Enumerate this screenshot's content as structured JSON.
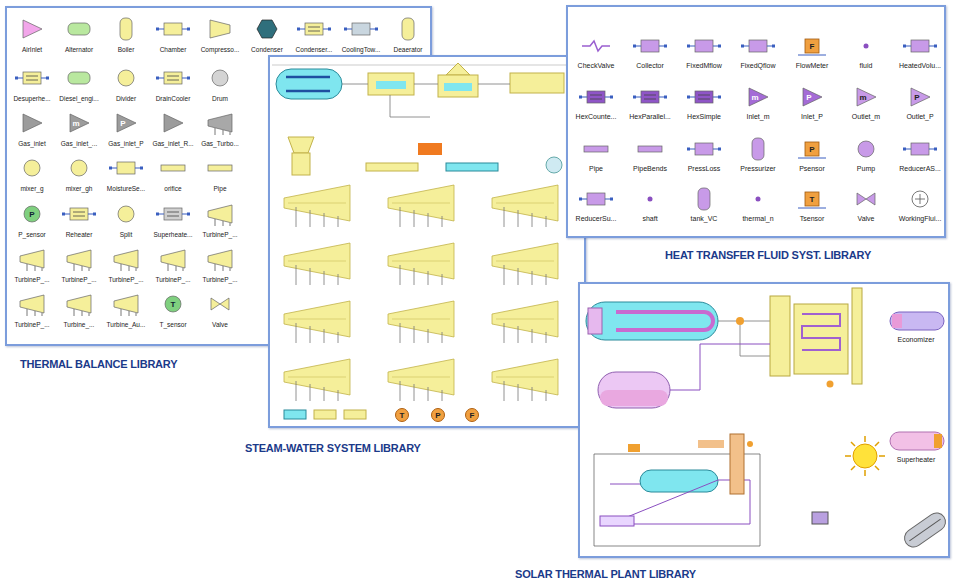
{
  "diagram": {
    "nodes": [
      {
        "text": [
          "THERMAL BALANCE LIBRARY"
        ]
      },
      {
        "text": [
          "HEAT TRANSFER FLUID SYST. LIBRARY"
        ]
      },
      {
        "text": [
          "STEAM-WATER SYSTEM LIBRARY"
        ]
      },
      {
        "text": [
          "SOLAR THERMAL PLANT LIBRARY"
        ]
      }
    ],
    "labels": [
      "AirInlet",
      "Alternator",
      "Boiler",
      "Chamber",
      "Compresso...",
      "Condenser",
      "Condenser...",
      "CoolingTow...",
      "Deaerator",
      "Desuperhe...",
      "Diesel_engi...",
      "Divider",
      "DrainCooler",
      "Drum",
      "Gas_inlet",
      "Gas_inlet_...",
      "Gas_inlet_P",
      "Gas_inlet_R...",
      "Gas_Turbo...",
      "mixer_g",
      "mixer_gh",
      "MoistureSe...",
      "orifice",
      "Pipe",
      "P_sensor",
      "Reheater",
      "Split",
      "Superheate...",
      "TurbineP_...",
      "TurbineP_...",
      "TurbineP_...",
      "TurbineP_...",
      "TurbineP_...",
      "TurbineP_...",
      "TurbineP_...",
      "Turbine_...",
      "Turbine_Au...",
      "T_sensor",
      "Valve",
      "m",
      "P",
      "P",
      "T",
      "CheckValve",
      "Collector",
      "FixedMflow",
      "FixedQflow",
      "FlowMeter",
      "fluid",
      "HeatedVolu...",
      "HexCounte...",
      "HexParallel...",
      "HexSimple",
      "Inlet_m",
      "Inlet_P",
      "Outlet_m",
      "Outlet_P",
      "Pipe",
      "PipeBends",
      "PressLoss",
      "Pressurizer",
      "Psensor",
      "Pump",
      "ReducerAS...",
      "ReducerSu...",
      "shaft",
      "tank_VC",
      "thermal_n",
      "Tsensor",
      "Valve",
      "WorkingFlui...",
      "F",
      "m",
      "P",
      "m",
      "P",
      "P",
      "T",
      "T",
      "P",
      "F",
      "Economizer",
      "Superheater"
    ]
  }
}
